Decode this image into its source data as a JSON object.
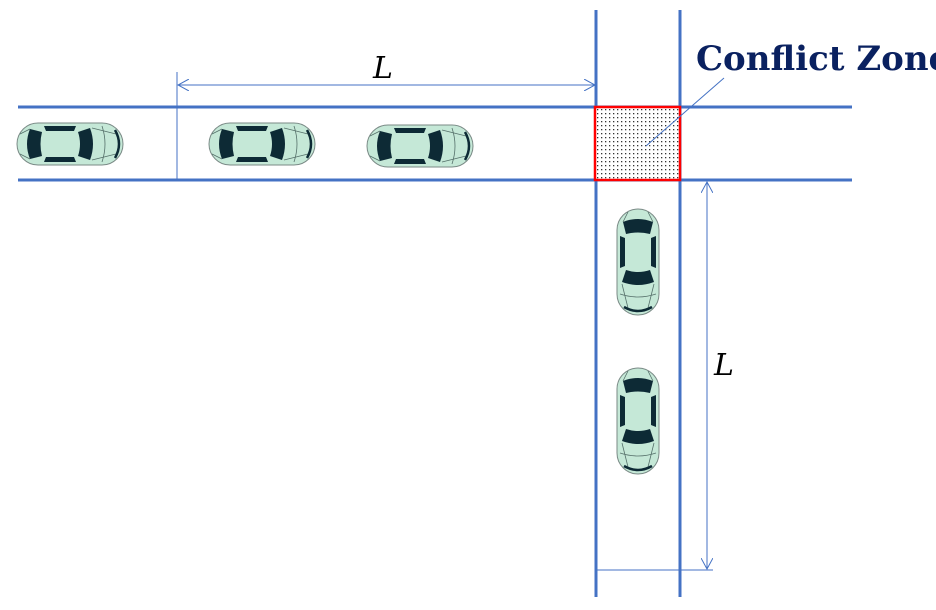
{
  "title": "Conflict Zone",
  "dimension_horizontal": "L",
  "dimension_vertical": "L",
  "colors": {
    "road": "#4472c4",
    "conflict_border": "#ff0000",
    "title": "#0a2160",
    "car_body": "#c5e8d7",
    "car_glass": "#0d2a35"
  },
  "cars": {
    "horizontal_count": 3,
    "vertical_count": 2
  }
}
